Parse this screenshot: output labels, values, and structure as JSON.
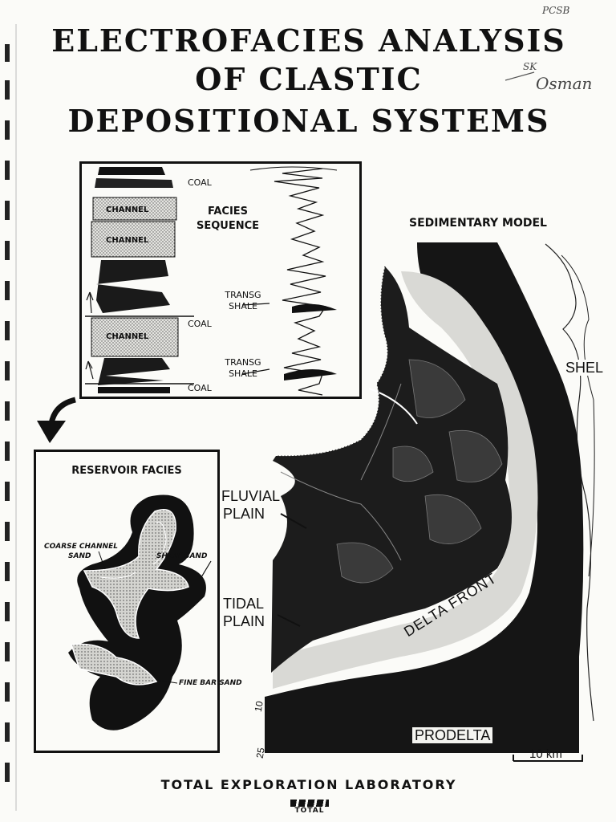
{
  "title": {
    "line1": "ELECTROFACIES ANALYSIS",
    "line2": "OF CLASTIC",
    "line3": "DEPOSITIONAL SYSTEMS"
  },
  "handwriting": {
    "top": "PCSB",
    "initials": "SK",
    "name": "Osman"
  },
  "facies_sequence": {
    "title_line1": "FACIES",
    "title_line2": "SEQUENCE",
    "coal": "COAL",
    "channel": "CHANNEL",
    "transg_line1": "TRANSG",
    "transg_line2": "SHALE"
  },
  "reservoir_facies": {
    "title": "RESERVOIR FACIES",
    "coarse_line1": "COARSE CHANNEL",
    "coarse_line2": "SAND",
    "shaly": "SHALY SAND",
    "fine": "FINE BAR SAND"
  },
  "sedimentary_model": {
    "title": "SEDIMENTARY MODEL",
    "fluvial_line1": "FLUVIAL",
    "fluvial_line2": "PLAIN",
    "tidal_line1": "TIDAL",
    "tidal_line2": "PLAIN",
    "delta_front": "DELTA FRONT",
    "prodelta": "PRODELTA",
    "shelf": "SHEL",
    "scale": "10 km",
    "contour_10": "10",
    "contour_25": "25"
  },
  "footer": {
    "lab": "TOTAL EXPLORATION LABORATORY",
    "logo": "TOTAL"
  },
  "colors": {
    "ink": "#111111",
    "paper": "#fbfbf8",
    "light_fill": "#d9d9d5"
  }
}
